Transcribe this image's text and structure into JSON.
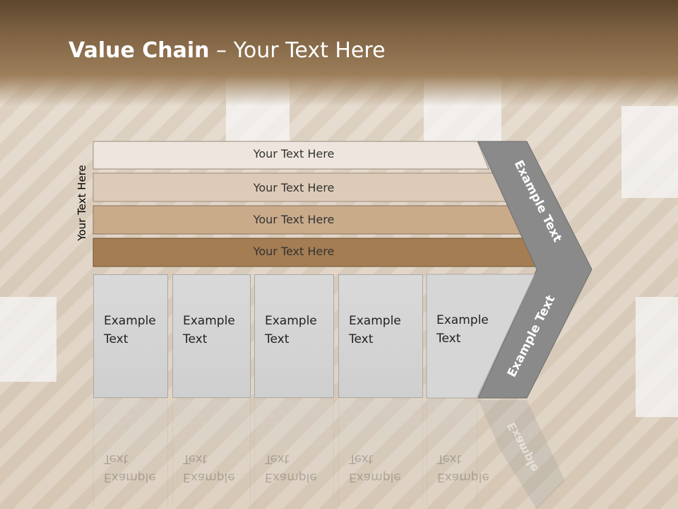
{
  "title": {
    "bold": "Value Chain",
    "rest": " – Your Text Here"
  },
  "y_axis_label": "Your Text Here",
  "bars": [
    {
      "label": "Your Text Here",
      "color": "#eee6de"
    },
    {
      "label": "Your Text Here",
      "color": "#ddcbb8"
    },
    {
      "label": "Your Text Here",
      "color": "#c9ab8a"
    },
    {
      "label": "Your Text Here",
      "color": "#a47d52"
    }
  ],
  "cells": [
    {
      "label": "Example Text"
    },
    {
      "label": "Example Text"
    },
    {
      "label": "Example Text"
    },
    {
      "label": "Example Text"
    },
    {
      "label": "Example Text"
    }
  ],
  "chevron": {
    "top_label": "Example Text",
    "bottom_label": "Example Text",
    "color": "#8a8a8a"
  }
}
